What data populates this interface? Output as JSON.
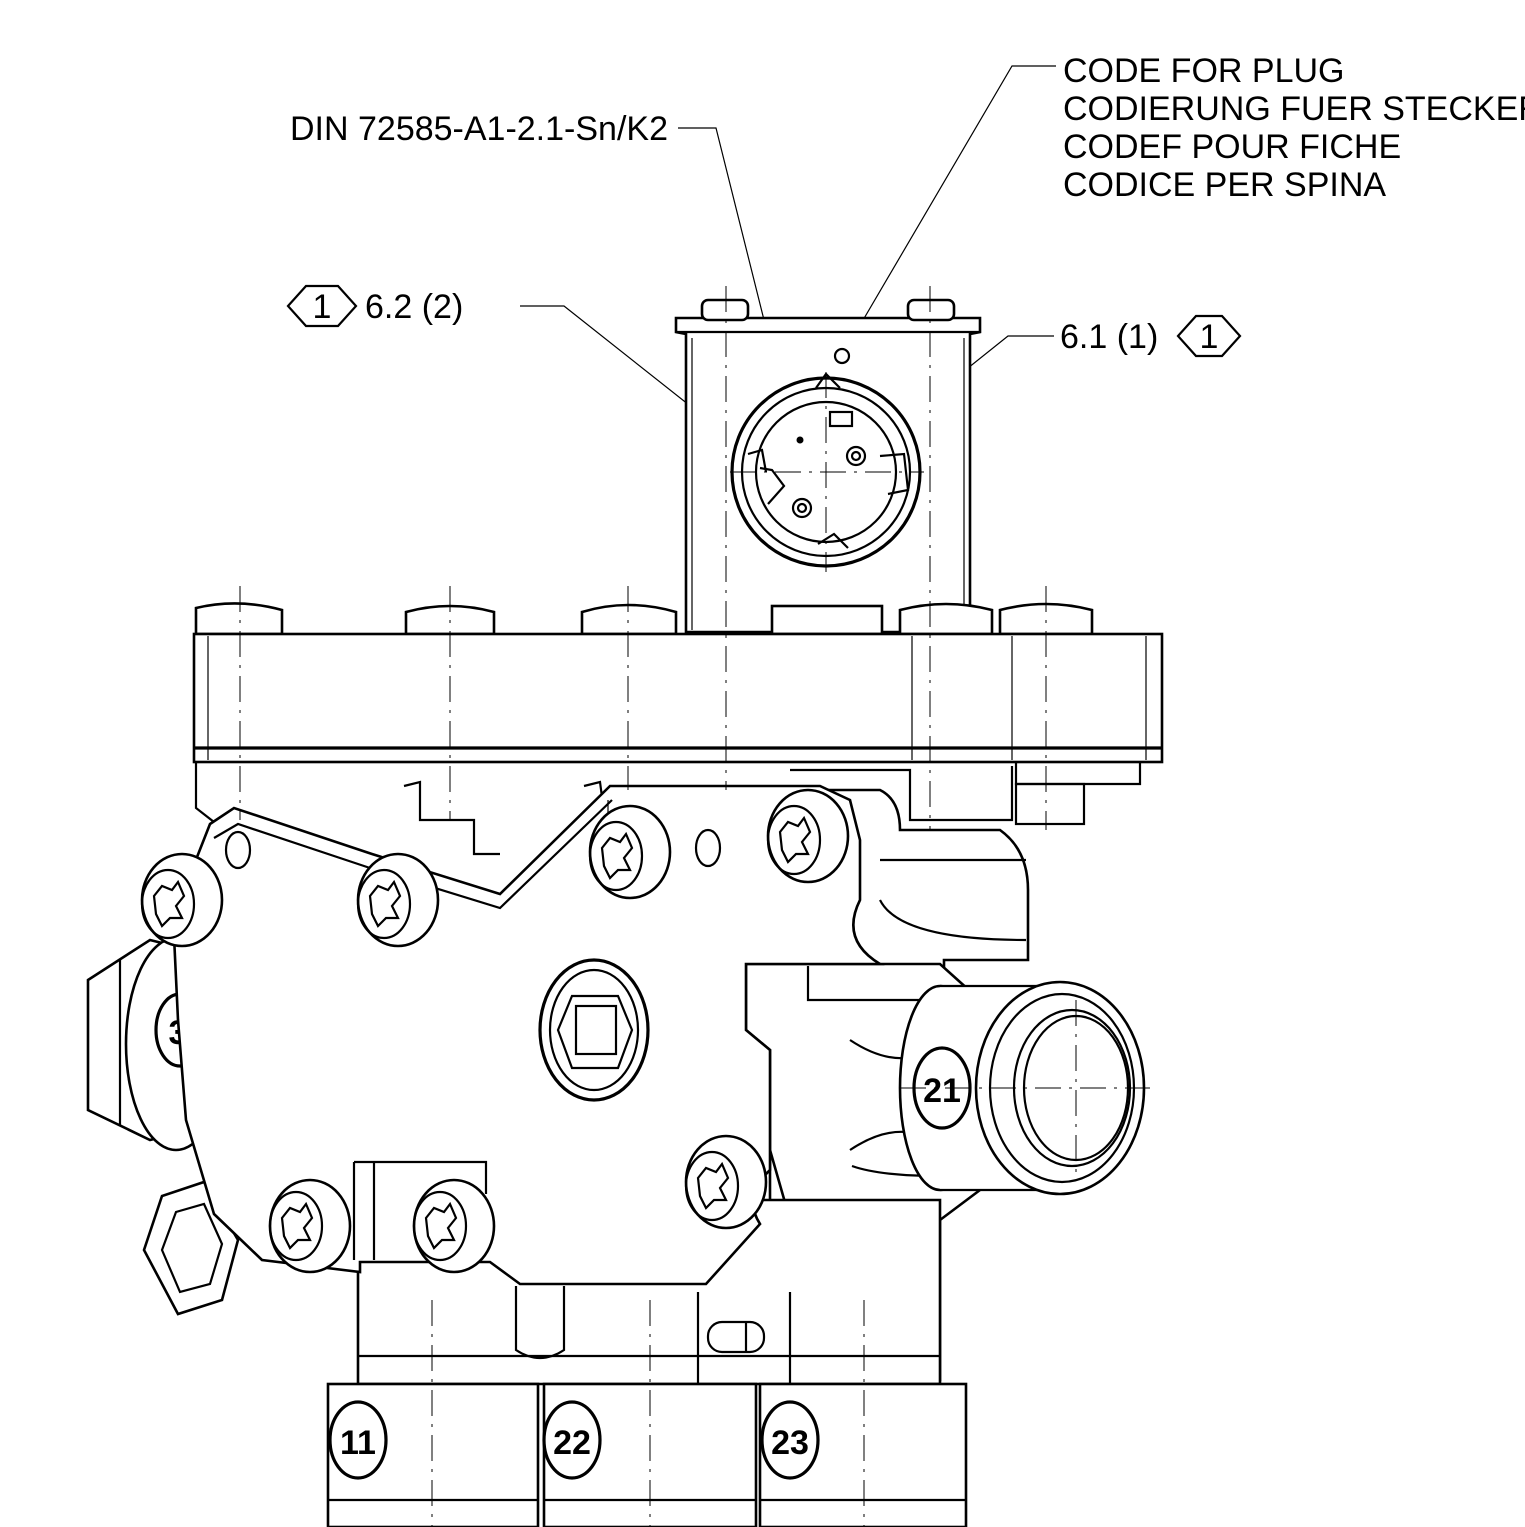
{
  "callouts": {
    "din_standard": "DIN 72585-A1-2.1-Sn/K2",
    "code_for_plug": [
      "CODE FOR PLUG",
      "CODIERUNG FUER STECKER",
      "CODEF POUR FICHE",
      "CODICE PER SPINA"
    ],
    "pin_2": {
      "marker": "1",
      "text": "6.2 (2)"
    },
    "pin_1": {
      "marker": "1",
      "text": "6.1 (1)"
    }
  },
  "ports": {
    "left": "3",
    "right": "21",
    "bottom_left": "11",
    "bottom_middle": "22",
    "bottom_right": "23"
  }
}
